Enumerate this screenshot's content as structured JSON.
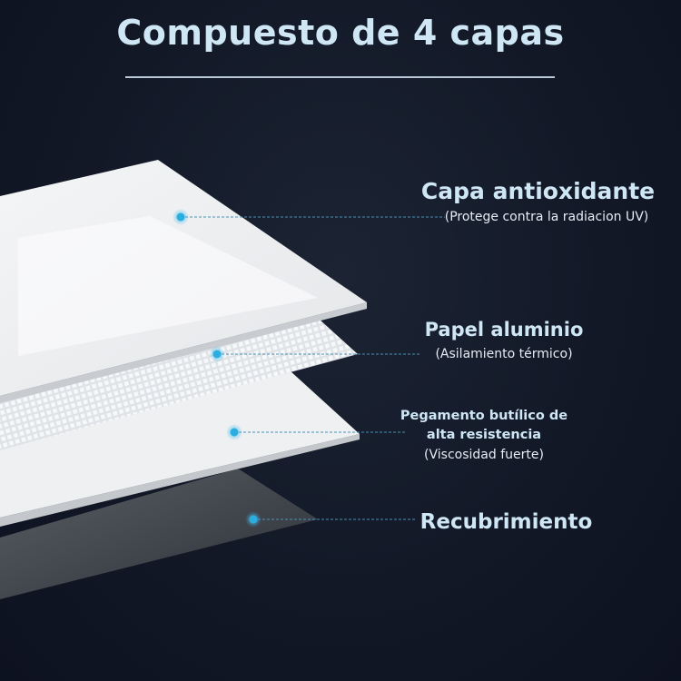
{
  "title": "Compuesto de 4 capas",
  "layers": [
    {
      "title": "Capa antioxidante",
      "subtitle": "(Protege contra la radiacion UV)"
    },
    {
      "title": "Papel aluminio",
      "subtitle": "(Asilamiento térmico)"
    },
    {
      "title_line1": "Pegamento butílico de",
      "title_line2": "alta resistencia",
      "subtitle": "(Viscosidad fuerte)"
    },
    {
      "title": "Recubrimiento"
    }
  ],
  "colors": {
    "title": "#cfe6f5",
    "marker": "#2aaee0",
    "leader": "#4a90b8",
    "background": "#121826"
  }
}
